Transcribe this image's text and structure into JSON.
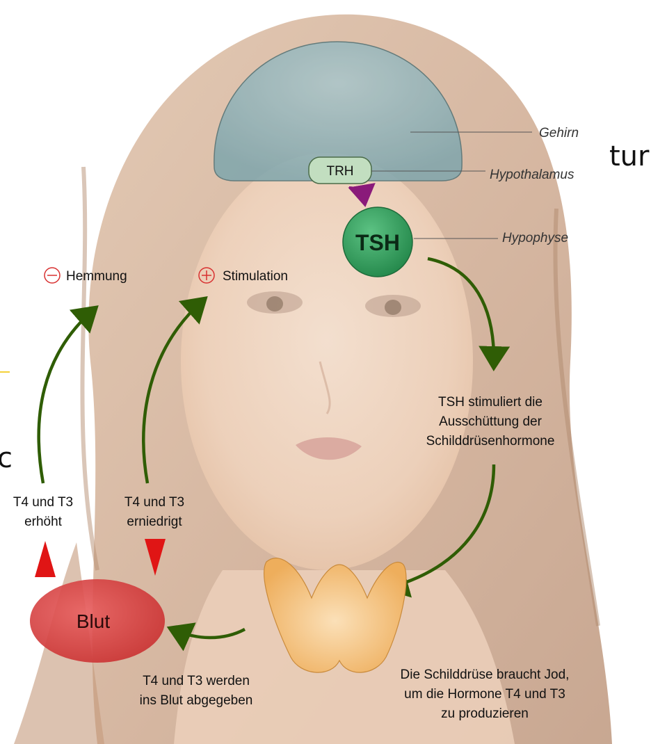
{
  "brain": {
    "label": "Gehirn"
  },
  "hypothalamus": {
    "label": "Hypothalamus",
    "hormone": "TRH"
  },
  "pituitary": {
    "label": "Hypophyse",
    "hormone": "TSH"
  },
  "legend": {
    "inhibition": "Hemmung",
    "stimulation": "Stimulation"
  },
  "tsh_note": [
    "TSH stimuliert die",
    "Ausschüttung der",
    "Schilddrüsenhormone"
  ],
  "blood": {
    "label": "Blut"
  },
  "high": [
    "T4 und T3",
    "erhöht"
  ],
  "low": [
    "T4 und T3",
    "erniedrigt"
  ],
  "release": [
    "T4 und T3 werden",
    "ins Blut abgegeben"
  ],
  "iodine": [
    "Die Schilddrüse braucht Jod,",
    "um die Hormone T4 und T3",
    "zu produzieren"
  ],
  "edge_fragments": {
    "right": "tur",
    "left": "c"
  },
  "colors": {
    "arrow": "#2f5d05",
    "trh_arrow": "#8a1a7a",
    "minus_red": "#d83030",
    "blood": "#d63d3d",
    "thyroid": "#f2b86a",
    "pituitary": "#2e9a50",
    "brain": "#8fb3bb"
  }
}
